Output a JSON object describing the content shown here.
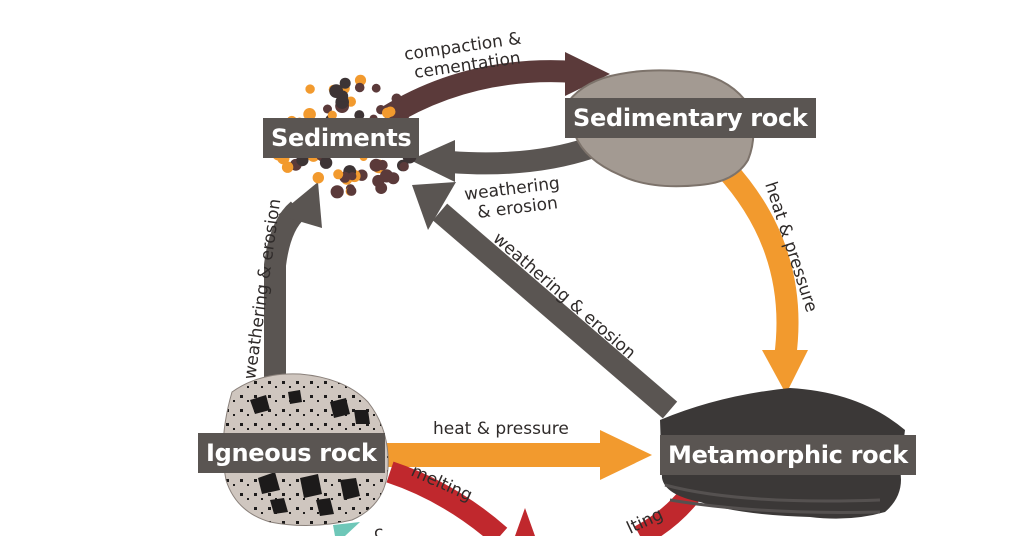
{
  "nodes": {
    "sediments": "Sediments",
    "sedimentary": "Sedimentary rock",
    "igneous": "Igneous rock",
    "metamorphic": "Metamorphic rock"
  },
  "edges": {
    "compaction_line1": "compaction &",
    "compaction_line2": "cementation",
    "weathering_sed_line1": "weathering",
    "weathering_sed_line2": "& erosion",
    "weathering_diag": "weathering & erosion",
    "weathering_left": "weathering & erosion",
    "heat_pressure_right": "heat & pressure",
    "heat_pressure_bottom": "heat & pressure",
    "melting_left": "melting",
    "melting_right": "lting",
    "partial_bottom_left": "c"
  },
  "colors": {
    "gray_arrow": "#5a5552",
    "orange_arrow": "#f29a2e",
    "brown_arrow": "#5b3a3a",
    "red_arrow": "#c0282d",
    "teal_arrow": "#6ec7b8",
    "label_bg": "#5a5552"
  }
}
